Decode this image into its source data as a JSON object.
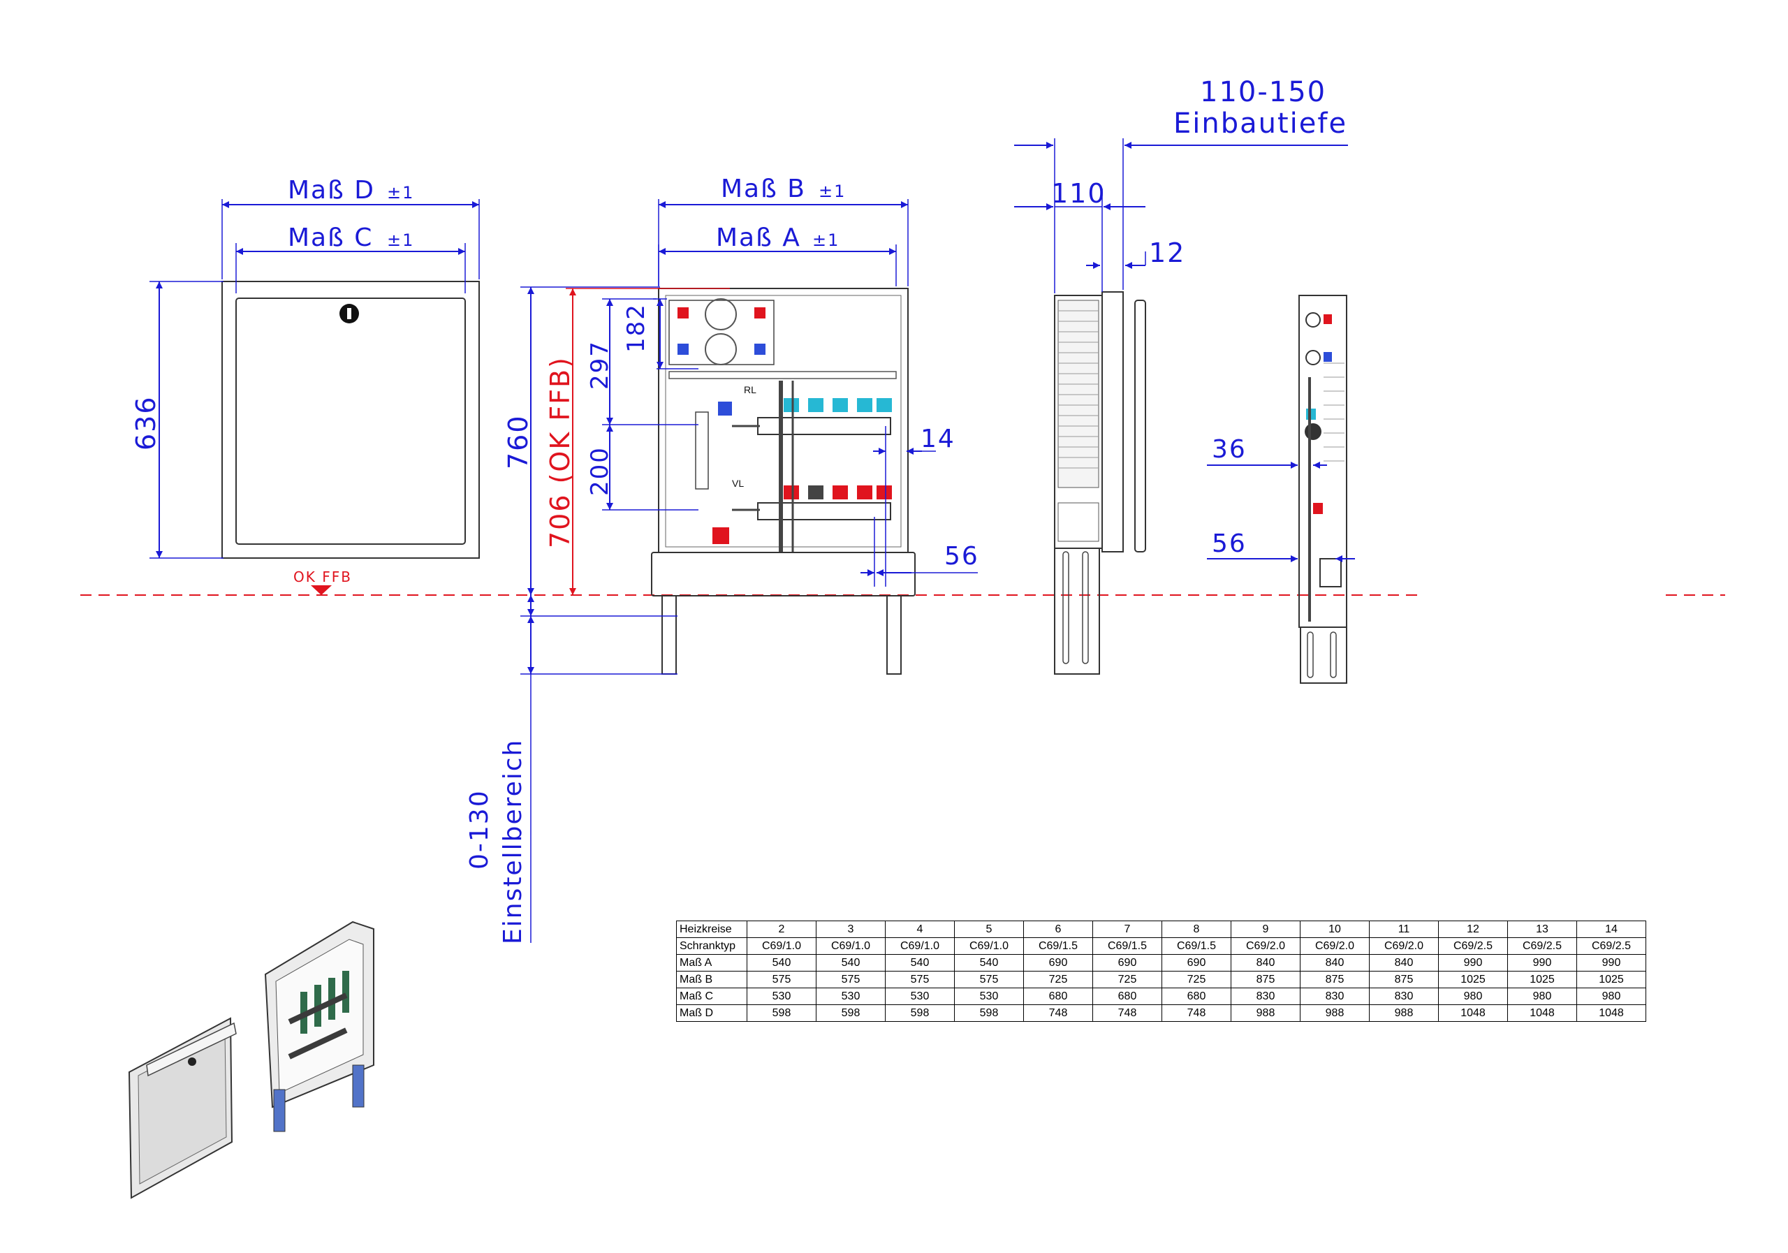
{
  "dimensions": {
    "mass_d": "Maß D",
    "mass_c": "Maß C",
    "mass_b": "Maß B",
    "mass_a": "Maß A",
    "tolerance": "±1",
    "h636": "636",
    "h760": "760",
    "h706": "706 (OK FFB)",
    "h297": "297",
    "h182": "182",
    "h200": "200",
    "d14": "14",
    "d56_front": "56",
    "depth_range": "110-150",
    "depth_label": "Einbautiefe",
    "d110": "110",
    "d12": "12",
    "d36": "36",
    "d56_side": "56",
    "adjust_range": "0-130",
    "adjust_label": "Einstellbereich",
    "ok_ffb": "OK FFB",
    "rl": "RL",
    "vl": "VL"
  },
  "colors": {
    "dimension": "#1a1ad6",
    "red": "#e0141e",
    "outline": "#333333"
  },
  "table": {
    "header_label": "Heizkreise",
    "heizkreise": [
      "2",
      "3",
      "4",
      "5",
      "6",
      "7",
      "8",
      "9",
      "10",
      "11",
      "12",
      "13",
      "14"
    ],
    "rows": [
      {
        "label": "Schranktyp",
        "values": [
          "C69/1.0",
          "C69/1.0",
          "C69/1.0",
          "C69/1.0",
          "C69/1.5",
          "C69/1.5",
          "C69/1.5",
          "C69/2.0",
          "C69/2.0",
          "C69/2.0",
          "C69/2.5",
          "C69/2.5",
          "C69/2.5"
        ]
      },
      {
        "label": "Maß A",
        "values": [
          "540",
          "540",
          "540",
          "540",
          "690",
          "690",
          "690",
          "840",
          "840",
          "840",
          "990",
          "990",
          "990"
        ]
      },
      {
        "label": "Maß B",
        "values": [
          "575",
          "575",
          "575",
          "575",
          "725",
          "725",
          "725",
          "875",
          "875",
          "875",
          "1025",
          "1025",
          "1025"
        ]
      },
      {
        "label": "Maß C",
        "values": [
          "530",
          "530",
          "530",
          "530",
          "680",
          "680",
          "680",
          "830",
          "830",
          "830",
          "980",
          "980",
          "980"
        ]
      },
      {
        "label": "Maß D",
        "values": [
          "598",
          "598",
          "598",
          "598",
          "748",
          "748",
          "748",
          "988",
          "988",
          "988",
          "1048",
          "1048",
          "1048"
        ]
      }
    ]
  }
}
